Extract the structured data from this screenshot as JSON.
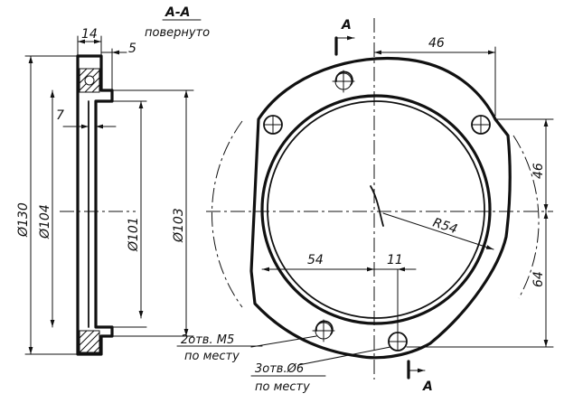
{
  "section": {
    "label": "А-А",
    "sublabel": "повернуто",
    "cut_letter": "А"
  },
  "dims": {
    "d130": "Ø130",
    "d104": "Ø104",
    "d101": "Ø101",
    "d103": "Ø103",
    "w14": "14",
    "w5": "5",
    "w7": "7",
    "d46top": "46",
    "d46right": "46",
    "d64": "64",
    "d54": "54",
    "d11": "11",
    "r54": "R54"
  },
  "notes": {
    "m5_line1": "2отв. M5",
    "m5_line2": "по месту",
    "h6_line1": "3отв.Ø6",
    "h6_line2": "по месту"
  }
}
